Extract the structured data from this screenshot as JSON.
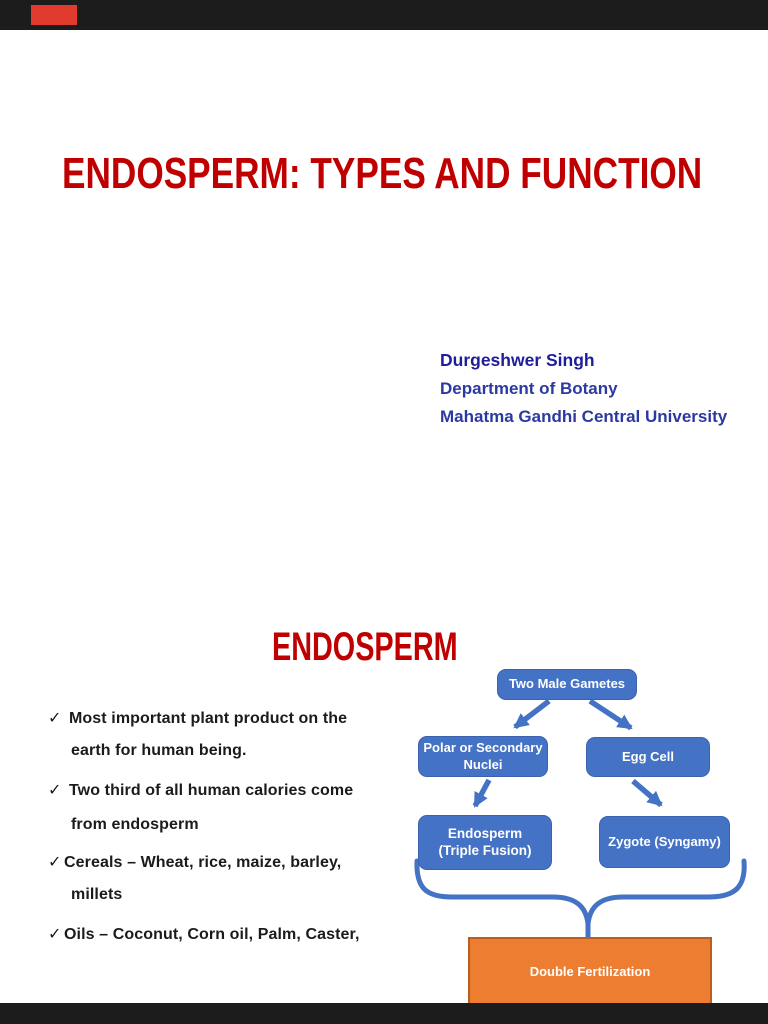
{
  "viewer": {
    "top_bar_color": "#1c1c1d",
    "bottom_bar_color": "#1c1c1d",
    "badge_color": "#e23a2e"
  },
  "slide1": {
    "title": "ENDOSPERM: TYPES AND FUNCTION",
    "author": {
      "name": "Durgeshwer Singh",
      "department": "Department of Botany",
      "university": "Mahatma Gandhi Central University"
    }
  },
  "slide2": {
    "title": "ENDOSPERM",
    "bullet_lines": [
      {
        "check": "✓",
        "text": "Most important plant product on the"
      },
      {
        "check": "",
        "text": "earth for human being."
      },
      {
        "check": "✓",
        "text": "Two third of all human calories come"
      },
      {
        "check": "",
        "text": "from endosperm"
      },
      {
        "check": "✓",
        "text": "Cereals – Wheat, rice, maize, barley,"
      },
      {
        "check": "",
        "text": "millets"
      },
      {
        "check": "✓",
        "text": "Oils – Coconut, Corn oil, Palm, Caster,"
      }
    ],
    "diagram": {
      "nodes": {
        "top": "Two Male Gametes",
        "left_mid": "Polar or Secondary\nNuclei",
        "right_mid": "Egg Cell",
        "left_bottom": "Endosperm\n(Triple Fusion)",
        "right_bottom": "Zygote (Syngamy)",
        "result": "Double Fertilization"
      },
      "node_color": "#4472C4",
      "result_color": "#ED7D31",
      "connector_color": "#4472C4"
    }
  },
  "colors": {
    "title_red": "#C00000",
    "author_navy": "#1E1E9B",
    "author_blue": "#2C39A2",
    "body_text": "#1b1b1b"
  }
}
